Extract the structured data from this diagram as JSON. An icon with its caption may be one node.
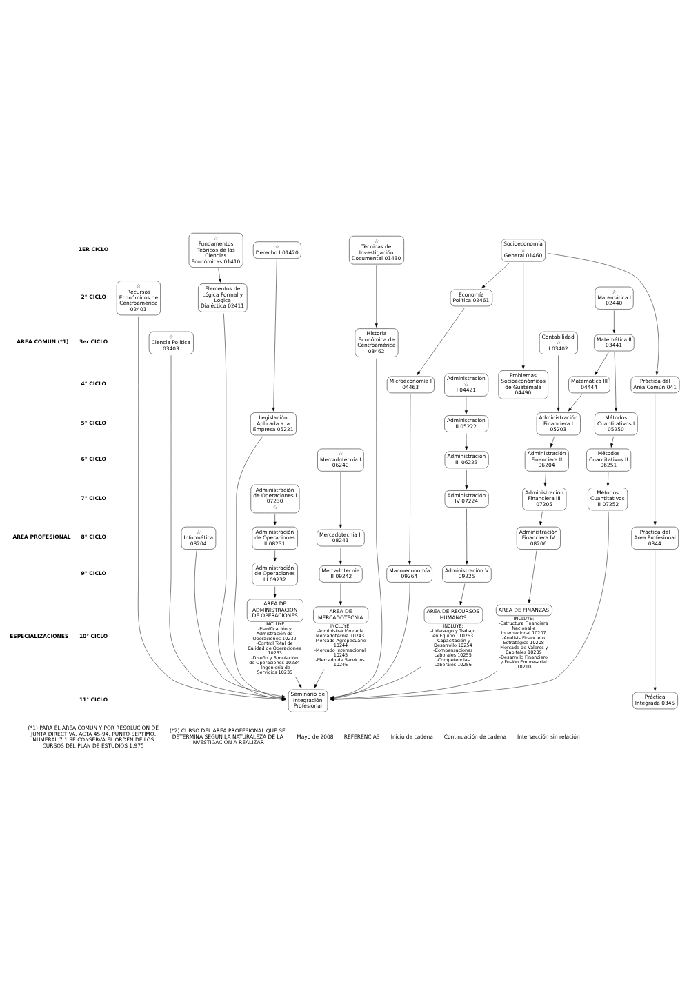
{
  "diagram": {
    "nodes": [
      {
        "text": [
          "☆",
          "Técnicas de Investigación Documental 01430"
        ]
      },
      {
        "text": [
          "☆",
          "Recursos Económicos de Centroamerica 02401"
        ]
      },
      {
        "text": [
          "☆",
          "Ciencia Política 03403"
        ]
      },
      {
        "text": [
          "☆",
          "Informática 08204"
        ]
      },
      {
        "text": [
          "☆",
          "Fundamentos Teóricos de las Ciencias Económicas 01410"
        ]
      },
      {
        "text": [
          "Elementos de Lógica Formal y Lógica Dialéctica 02411"
        ]
      },
      {
        "text": [
          "☆",
          "Derecho I 01420"
        ]
      },
      {
        "text": [
          "Legislación Aplicada a la Empresa 05221"
        ]
      },
      {
        "text": [
          "Administración de Operaciones I 07230",
          "☆"
        ]
      },
      {
        "text": [
          "Administración de Operaciones II 08231"
        ]
      },
      {
        "text": [
          "Administración de Operaciones III 09232"
        ]
      },
      {
        "text": [
          "AREA DE ADMINISTRACION DE OPERACIONES"
        ],
        "beside": [
          "INCLUYE",
          "-Planificación y Admistración de Operaciones 10232",
          "-Control Total de Calidad de Operaciones 10233",
          "-Diseño y Simulación de Operaciones 10234",
          "-Ingeniería de Servicios 10235"
        ]
      },
      {
        "text": [
          "☆",
          "Mercadotecnia I 06240"
        ]
      },
      {
        "text": [
          "Mercadotecnia II 08241"
        ]
      },
      {
        "text": [
          "Mercadotecnia III 09242"
        ]
      },
      {
        "text": [
          "AREA DE MERCADOTECNIA"
        ],
        "beside": [
          "INCLUYE:",
          "-Administración de la Mercadotécnia 10243",
          "-Mercado Agropecuario 10244",
          "-Mercado Internacional 10245",
          "-Mercado de Servicios 10246"
        ]
      },
      {
        "text": [
          "Historia Económica de Centroamérica 03462"
        ]
      },
      {
        "text": [
          "Socioeconomía",
          "☆",
          "General 01460"
        ]
      },
      {
        "text": [
          "Economía Política 02461"
        ]
      },
      {
        "text": [
          "Microeconomía I 04463"
        ]
      },
      {
        "text": [
          "Macroeconomía 09264"
        ]
      },
      {
        "text": [
          "Administración",
          "☆",
          "I 04421"
        ]
      },
      {
        "text": [
          "Administración II 05222"
        ]
      },
      {
        "text": [
          "Administración III 06223"
        ]
      },
      {
        "text": [
          "Administración IV 07224"
        ]
      },
      {
        "text": [
          "Administración V 09225"
        ]
      },
      {
        "text": [
          "AREA DE RECURSOS HUMANOS"
        ],
        "beside": [
          "INCLUYE:",
          "-Liderazgo y Trabajo en Equipo I 10253",
          "-Capacitación y Desarrollo 10254",
          "-Compensaciones Laborales 10255",
          "-Competencias Laborales 10256"
        ]
      },
      {
        "text": [
          "Contabilidad",
          "☆",
          "I 03402"
        ]
      },
      {
        "text": [
          "Administración Financiera I 05203"
        ]
      },
      {
        "text": [
          "Administración Financiera II 06204"
        ]
      },
      {
        "text": [
          "Administración Financiera III 07205"
        ]
      },
      {
        "text": [
          "Administración Financiera IV 08206"
        ]
      },
      {
        "text": [
          "AREA DE FINANZAS"
        ],
        "beside": [
          "INCLUYE:",
          "-Estructura Financiera Nacional e Internacional 10207",
          "-Analisis Financiero Estratégico 10208",
          "-Mercado de Valores y Capitales 10209",
          "-Desarrollo Financiero y Fusión Empresarial 10210"
        ]
      },
      {
        "text": [
          "☆",
          "Matemática I 02440"
        ]
      },
      {
        "text": [
          "Matemática II 03441"
        ]
      },
      {
        "text": [
          "Matemática III 04444"
        ]
      },
      {
        "text": [
          "Métodos Cuantitativos I 05250"
        ]
      },
      {
        "text": [
          "Métodos Cuantitativos II 06251"
        ]
      },
      {
        "text": [
          "Métodos Cuantitativos III 07252"
        ]
      },
      {
        "text": [
          "Problemas Socioeconómicos de Guatemala 04490"
        ]
      },
      {
        "text": [
          "Práctica del Area Común 041"
        ]
      },
      {
        "text": [
          "Practica del Area Profesional 0344"
        ]
      },
      {
        "text": [
          "Seminario de Integración Profesional"
        ]
      },
      {
        "text": [
          "Práctica Integrada 0345"
        ]
      }
    ],
    "edges": [
      {
        "from": 1,
        "to": 42,
        "arrow": "to"
      },
      {
        "from": 2,
        "to": 42,
        "arrow": "to"
      },
      {
        "from": 3,
        "to": 42,
        "arrow": "to"
      },
      {
        "from": 4,
        "to": 5,
        "arrow": "to"
      },
      {
        "from": 5,
        "to": 42,
        "arrow": "to"
      },
      {
        "from": 6,
        "to": 7,
        "arrow": "to"
      },
      {
        "from": 7,
        "to": 42,
        "arrow": "to"
      },
      {
        "from": 8,
        "to": 9,
        "arrow": "to"
      },
      {
        "from": 9,
        "to": 10,
        "arrow": "to"
      },
      {
        "from": 10,
        "to": 11,
        "arrow": "to"
      },
      {
        "from": 11,
        "to": 42,
        "arrow": "to"
      },
      {
        "from": 12,
        "to": 13,
        "arrow": "to"
      },
      {
        "from": 13,
        "to": 14,
        "arrow": "to"
      },
      {
        "from": 14,
        "to": 15,
        "arrow": "to"
      },
      {
        "from": 15,
        "to": 42,
        "arrow": "to"
      },
      {
        "from": 0,
        "to": 16,
        "arrow": "to"
      },
      {
        "from": 16,
        "to": 42,
        "arrow": "to"
      },
      {
        "from": 17,
        "to": 18,
        "arrow": "to"
      },
      {
        "from": 18,
        "to": 19,
        "arrow": "to"
      },
      {
        "from": 19,
        "to": 20,
        "arrow": "to"
      },
      {
        "from": 20,
        "to": 42,
        "arrow": "to"
      },
      {
        "from": 21,
        "to": 22,
        "arrow": "to"
      },
      {
        "from": 22,
        "to": 23,
        "arrow": "to"
      },
      {
        "from": 23,
        "to": 24,
        "arrow": "to"
      },
      {
        "from": 24,
        "to": 25,
        "arrow": "to"
      },
      {
        "from": 25,
        "to": 26,
        "arrow": "to"
      },
      {
        "from": 26,
        "to": 42,
        "arrow": "to"
      },
      {
        "from": 27,
        "to": 28,
        "arrow": "to"
      },
      {
        "from": 28,
        "to": 29,
        "arrow": "to"
      },
      {
        "from": 29,
        "to": 30,
        "arrow": "to"
      },
      {
        "from": 30,
        "to": 31,
        "arrow": "to"
      },
      {
        "from": 31,
        "to": 32,
        "arrow": "to"
      },
      {
        "from": 32,
        "to": 42,
        "arrow": "to"
      },
      {
        "from": 33,
        "to": 34,
        "arrow": "to"
      },
      {
        "from": 34,
        "to": 35,
        "arrow": "to"
      },
      {
        "from": 34,
        "to": 36,
        "arrow": "to"
      },
      {
        "from": 35,
        "to": 28,
        "arrow": "to"
      },
      {
        "from": 36,
        "to": 37,
        "arrow": "to"
      },
      {
        "from": 37,
        "to": 38,
        "arrow": "to"
      },
      {
        "from": 38,
        "to": 42,
        "arrow": "to"
      },
      {
        "from": 17,
        "to": 39,
        "arrow": "to"
      },
      {
        "from": 17,
        "to": 40,
        "arrow": "to"
      },
      {
        "from": 40,
        "to": 41,
        "arrow": "to"
      },
      {
        "from": 41,
        "to": 43,
        "arrow": "to"
      }
    ],
    "labels": [
      "AREA COMUN (*1)",
      "AREA PROFESIONAL",
      "ESPECIALIZACIONES",
      "1ER CICLO",
      "2° CICLO",
      "3er CICLO",
      "4° CICLO",
      "5° CICLO",
      "6° CICLO",
      "7° CICLO",
      "8° CICLO",
      "9° CICLO",
      "10° CICLO",
      "11° CICLO",
      "(*1) PARA EL AREA COMUN Y POR RESOLUCION DE JUNTA DIRECTIVA, ACTA 45-94, PUNTO SEPTIMO, NUMERAL 7.1 SE CONSERVA EL ORDEN DE LOS CURSOS DEL PLAN DE ESTUDIOS 1,975",
      "(*2) CURSO DEL AREA PROFESIONAL QUE SE DETERMINA SEGÚN LA NATURALEZA DE LA INVESTIGACIÓN A REALIZAR",
      "Mayo de 2008",
      "REFERENCIAS"
    ],
    "legend": [
      {
        "text": "Inicio de cadena"
      },
      {
        "text": "Continuación de cadena"
      },
      {
        "text": "Intersección sin relación"
      }
    ]
  }
}
